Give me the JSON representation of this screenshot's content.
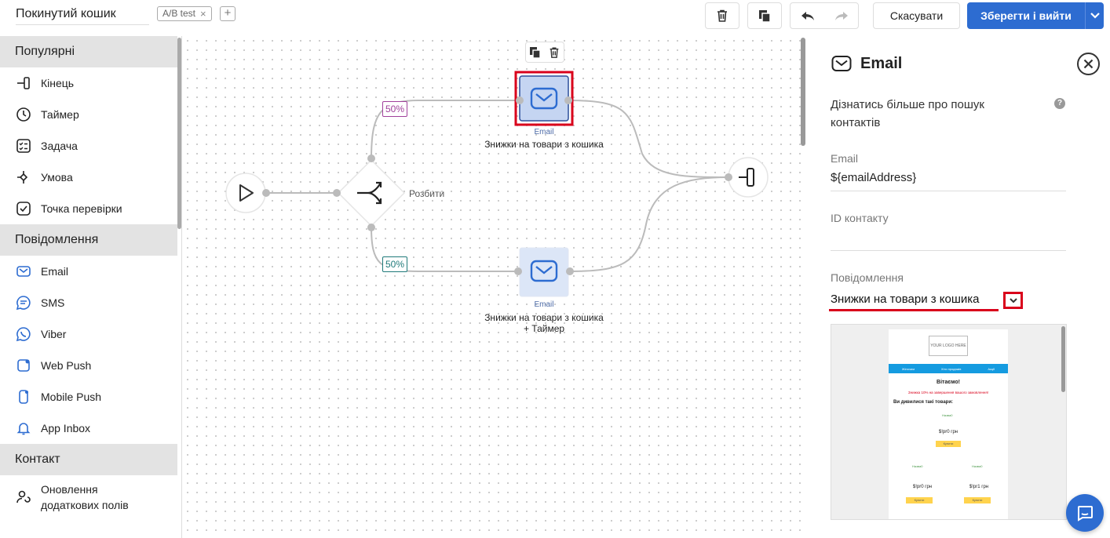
{
  "header": {
    "flow_name": "Покинутий кошик",
    "tag_label": "A/B test",
    "tag_close": "×",
    "add_tag": "+",
    "cancel_label": "Скасувати",
    "save_label": "Зберегти і вийти"
  },
  "sidebar": {
    "sections": [
      {
        "title": "Популярні",
        "items": [
          {
            "label": "Кінець",
            "icon": "exit-icon"
          },
          {
            "label": "Таймер",
            "icon": "clock-icon"
          },
          {
            "label": "Задача",
            "icon": "checklist-icon"
          },
          {
            "label": "Умова",
            "icon": "condition-icon"
          },
          {
            "label": "Точка перевірки",
            "icon": "checkpoint-icon"
          }
        ]
      },
      {
        "title": "Повідомлення",
        "items": [
          {
            "label": "Email",
            "icon": "envelope-icon"
          },
          {
            "label": "SMS",
            "icon": "chat-bubble-icon"
          },
          {
            "label": "Viber",
            "icon": "viber-icon"
          },
          {
            "label": "Web Push",
            "icon": "web-push-icon"
          },
          {
            "label": "Mobile Push",
            "icon": "mobile-push-icon"
          },
          {
            "label": "App Inbox",
            "icon": "bell-icon"
          }
        ]
      },
      {
        "title": "Контакт",
        "items": [
          {
            "label": "Оновлення додаткових полів",
            "icon": "user-update-icon"
          }
        ]
      }
    ]
  },
  "canvas": {
    "split_label": "Розбити",
    "branch_top_pct": "50%",
    "branch_bottom_pct": "50%",
    "top_node": {
      "type": "Email",
      "label": "Знижки на товари з кошика"
    },
    "bottom_node": {
      "type": "Email",
      "label": "Знижки на товари з кошика",
      "extra": "+ Таймер"
    }
  },
  "panel": {
    "title": "Email",
    "info": "Дізнатись більше про пошук контактів",
    "help": "?",
    "email_label": "Email",
    "email_value": "${emailAddress}",
    "contact_id_label": "ID контакту",
    "contact_id_value": "",
    "message_label": "Повідомлення",
    "message_value": "Знижки на товари з кошика"
  },
  "preview": {
    "logo": "YOUR LOGO HERE",
    "nav": [
      "Жіночим",
      "Хіти продажів",
      "Акції"
    ],
    "greeting": "Вітаємо!",
    "promo": "Знижка 10% на завершення вашого замовлення!",
    "subhead": "Ви дивилися такі товари:",
    "item_name": "Назва0",
    "price_top": "$!pr0 грн",
    "buy": "Купити",
    "price_left": "$!pr0 грн",
    "price_right": "$!pr1 грн"
  },
  "colors": {
    "accent": "#2d6cd1",
    "highlight_red": "#d9001b",
    "branch_top": "#a0419b",
    "branch_bottom": "#1f7a7a",
    "node_fill": "#dce6f7"
  }
}
